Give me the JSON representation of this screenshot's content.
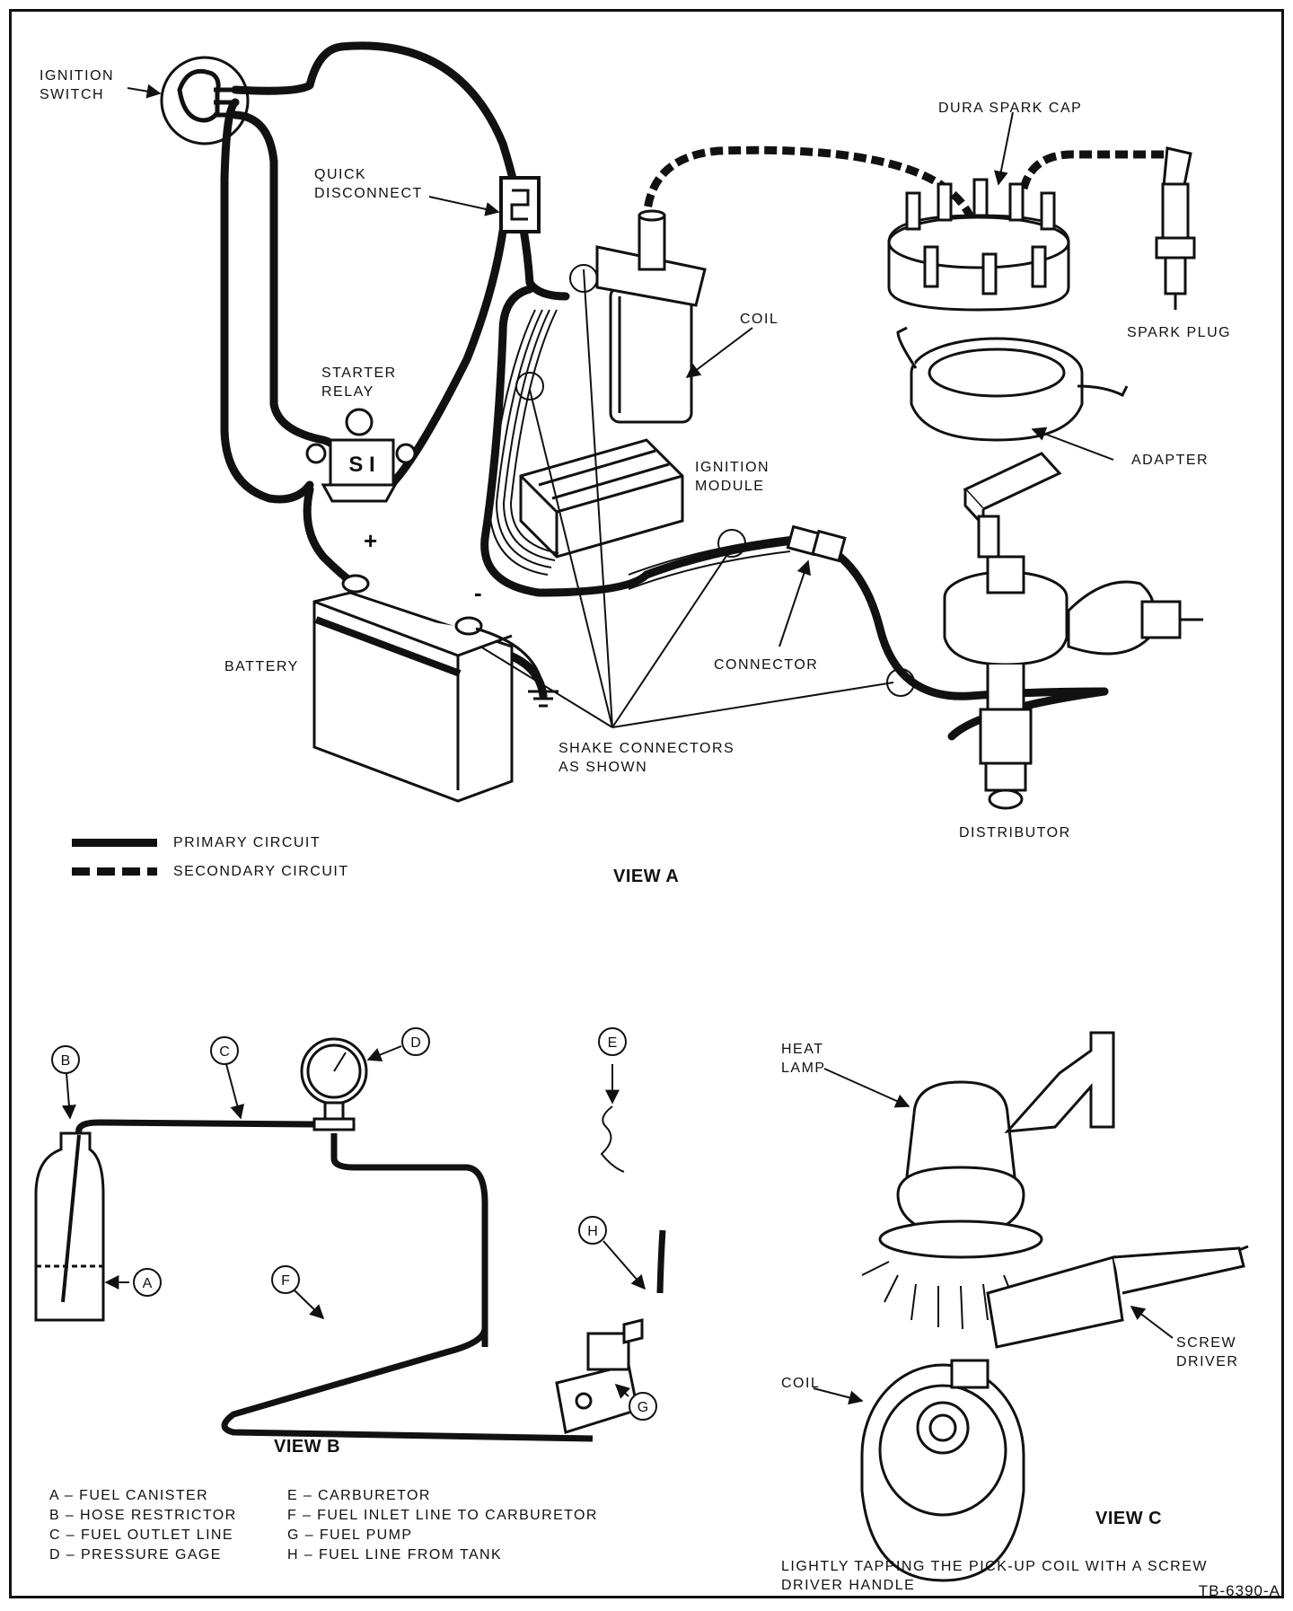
{
  "view_a": {
    "title": "VIEW A",
    "labels": {
      "ignition_switch": "IGNITION\nSWITCH",
      "quick_disconnect": "QUICK\nDISCONNECT",
      "dura_spark_cap": "DURA SPARK CAP",
      "coil": "COIL",
      "spark_plug": "SPARK PLUG",
      "starter_relay": "STARTER\nRELAY",
      "relay_marking": "S I",
      "ignition_module": "IGNITION\nMODULE",
      "adapter": "ADAPTER",
      "plus": "+",
      "minus": "-",
      "battery": "BATTERY",
      "connector": "CONNECTOR",
      "shake_connectors": "SHAKE CONNECTORS\nAS SHOWN",
      "distributor": "DISTRIBUTOR"
    },
    "legend": {
      "primary": "PRIMARY CIRCUIT",
      "secondary": "SECONDARY CIRCUIT"
    }
  },
  "view_b": {
    "title": "VIEW B",
    "callouts": [
      "A",
      "B",
      "C",
      "D",
      "E",
      "F",
      "G",
      "H"
    ],
    "key_left": [
      "A – FUEL CANISTER",
      "B – HOSE RESTRICTOR",
      "C – FUEL OUTLET LINE",
      "D – PRESSURE GAGE"
    ],
    "key_right": [
      "E – CARBURETOR",
      "F – FUEL INLET LINE TO CARBURETOR",
      "G – FUEL PUMP",
      "H – FUEL LINE FROM TANK"
    ]
  },
  "view_c": {
    "title": "VIEW C",
    "labels": {
      "heat_lamp": "HEAT\nLAMP",
      "screw_driver": "SCREW\nDRIVER",
      "coil": "COIL"
    },
    "caption": "LIGHTLY TAPPING THE PICK-UP COIL WITH A SCREW\nDRIVER HANDLE"
  },
  "part_number": "TB-6390-A"
}
